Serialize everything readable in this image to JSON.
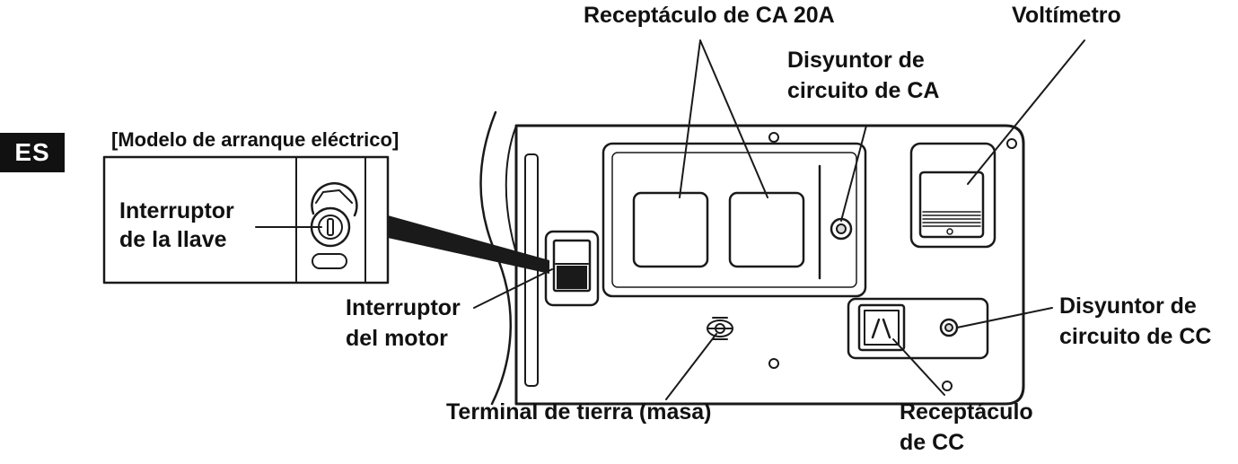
{
  "language_badge": "ES",
  "inset": {
    "title": "[Modelo de arranque eléctrico]",
    "key_switch_line1": "Interruptor",
    "key_switch_line2": "de la llave"
  },
  "labels": {
    "ac_receptacle": "Receptáculo de CA 20A",
    "voltmeter": "Voltímetro",
    "ac_breaker_line1": "Disyuntor de",
    "ac_breaker_line2": "circuito de CA",
    "engine_switch_line1": "Interruptor",
    "engine_switch_line2": "del motor",
    "ground_terminal": "Terminal de tierra (masa)",
    "dc_receptacle_line1": "Receptáculo",
    "dc_receptacle_line2": "de CC",
    "dc_breaker_line1": "Disyuntor de",
    "dc_breaker_line2": "circuito de CC"
  },
  "colors": {
    "line": "#1a1a1a",
    "outlet_fill": "#ffffff",
    "shade": "#d9d9d9"
  }
}
